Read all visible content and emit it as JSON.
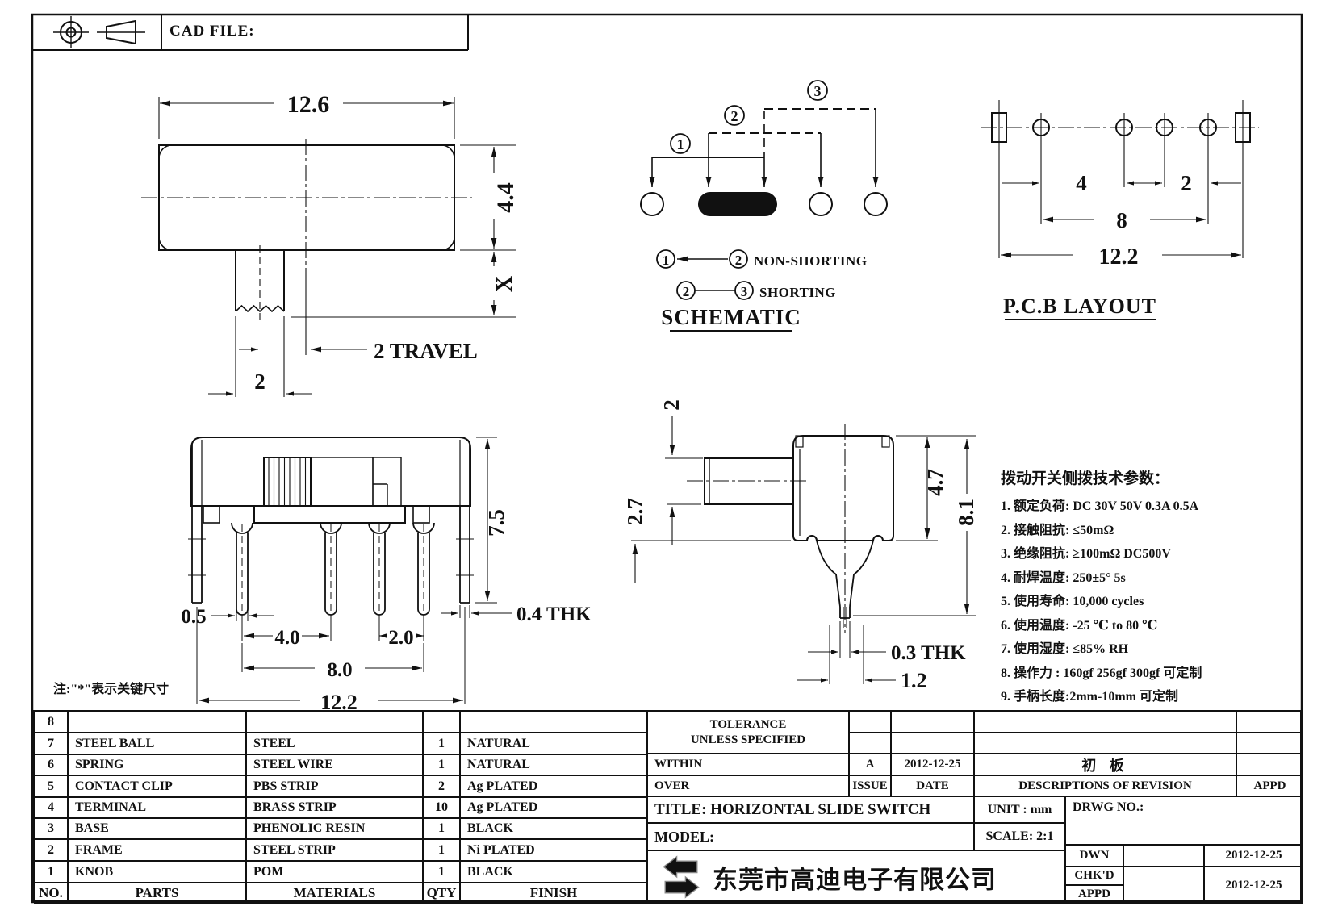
{
  "header": {
    "cad_file": "CAD FILE:"
  },
  "note": "注:\"*\"表示关键尺寸",
  "top_view": {
    "width": "12.6",
    "height": "4.4",
    "handle": "X",
    "travel": "2 TRAVEL",
    "knob_w": "2"
  },
  "schematic": {
    "title": "SCHEMATIC",
    "balloons": [
      "1",
      "2",
      "3"
    ],
    "legend1_a": "1",
    "legend1_b": "2",
    "legend1": "NON-SHORTING",
    "legend2_a": "2",
    "legend2_b": "3",
    "legend2": "SHORTING"
  },
  "pcb": {
    "title": "P.C.B LAYOUT",
    "dim_4": "4",
    "dim_2": "2",
    "dim_8": "8",
    "dim_total": "12.2"
  },
  "front_view": {
    "dim_05": "0.5",
    "dim_40": "4.0",
    "dim_20": "2.0",
    "dim_80": "8.0",
    "dim_122": "12.2",
    "dim_75": "7.5",
    "dim_thk": "0.4 THK"
  },
  "side_view": {
    "dim_2": "2",
    "dim_27": "2.7",
    "dim_47": "4.7",
    "dim_81": "8.1",
    "dim_thk": "0.3 THK",
    "dim_12": "1.2"
  },
  "tech_specs": {
    "title": "拨动开关侧拨技术参数：",
    "items": [
      "1. 额定负荷: DC 30V   50V   0.3A   0.5A",
      "2. 接触阻抗: ≤50mΩ",
      "3. 绝缘阻抗: ≥100mΩ  DC500V",
      "4. 耐焊温度: 250±5°  5s",
      "5. 使用寿命: 10,000 cycles",
      "6. 使用温度: -25 ℃  to 80 ℃",
      "7. 使用湿度: ≤85% RH",
      "8. 操作力 : 160gf   256gf   300gf  可定制",
      "9. 手柄长度:2mm-10mm  可定制"
    ]
  },
  "parts_table": {
    "headers": {
      "no": "NO.",
      "parts": "PARTS",
      "materials": "MATERIALS",
      "qty": "QTY",
      "finish": "FINISH"
    },
    "rows": [
      {
        "no": "8",
        "part": "",
        "material": "",
        "qty": "",
        "finish": ""
      },
      {
        "no": "7",
        "part": "STEEL BALL",
        "material": "STEEL",
        "qty": "1",
        "finish": "NATURAL"
      },
      {
        "no": "6",
        "part": "SPRING",
        "material": "STEEL WIRE",
        "qty": "1",
        "finish": "NATURAL"
      },
      {
        "no": "5",
        "part": "CONTACT CLIP",
        "material": "PBS STRIP",
        "qty": "2",
        "finish": "Ag PLATED"
      },
      {
        "no": "4",
        "part": "TERMINAL",
        "material": "BRASS STRIP",
        "qty": "10",
        "finish": "Ag PLATED"
      },
      {
        "no": "3",
        "part": "BASE",
        "material": "PHENOLIC RESIN",
        "qty": "1",
        "finish": "BLACK"
      },
      {
        "no": "2",
        "part": "FRAME",
        "material": "STEEL STRIP",
        "qty": "1",
        "finish": "Ni PLATED"
      },
      {
        "no": "1",
        "part": "KNOB",
        "material": "POM",
        "qty": "1",
        "finish": "BLACK"
      }
    ]
  },
  "title_block": {
    "tolerance_line1": "TOLERANCE",
    "tolerance_line2": "UNLESS  SPECIFIED",
    "within": "WITHIN",
    "over": "OVER",
    "issue": "ISSUE",
    "date": "DATE",
    "rev_issue": "A",
    "rev_date": "2012-12-25",
    "rev_desc": "初 板",
    "descriptions": "DESCRIPTIONS  OF  REVISION",
    "appd_col": "APPD",
    "title": "TITLE:  HORIZONTAL  SLIDE  SWITCH",
    "unit": "UNIT : mm",
    "scale": "SCALE: 2:1",
    "drwg_no": "DRWG NO.:",
    "model": "MODEL:",
    "dwn": "DWN",
    "chkd": "CHK'D",
    "appd": "APPD",
    "dwn_date": "2012-12-25",
    "appd_date": "2012-12-25",
    "company": "东莞市高迪电子有限公司"
  }
}
